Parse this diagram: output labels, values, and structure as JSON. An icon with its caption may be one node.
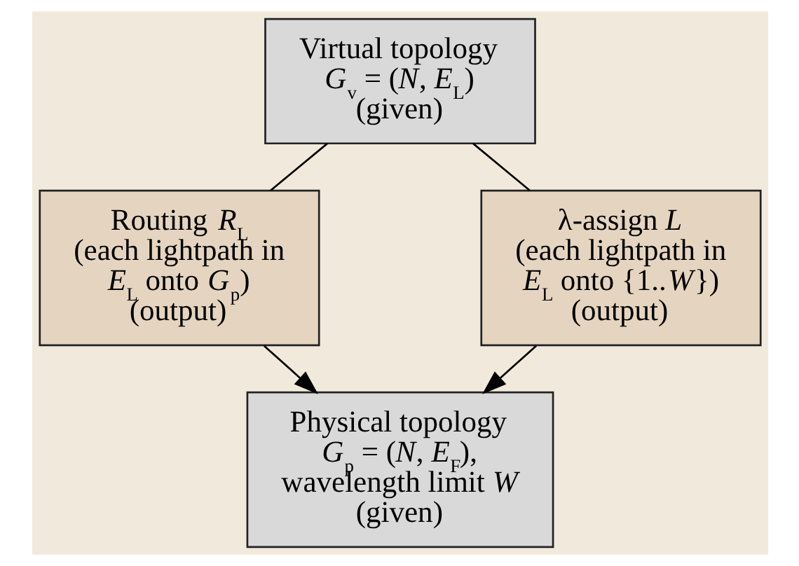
{
  "diagram": {
    "nodes": [
      {
        "text": [
          "Virtual topology",
          "*G*$_{v}$ = (*N*, *E*$_{L}$)",
          "(given)"
        ]
      },
      {
        "text": [
          "Routing *R*$_{L}$",
          "(each lightpath in *E*$_{L}$ onto *G*$_{p}$)",
          "(output)"
        ]
      },
      {
        "text": [
          "λ-assign *L*",
          "(each lightpath in *E*$_{L}$ onto {1..*W*})",
          "(output)"
        ]
      },
      {
        "text": [
          "Physical topology",
          "*G*$_{p}$ = (*N*, *E*$_{F}$),",
          "wavelength limit *W*",
          "(given)"
        ]
      }
    ],
    "edges": [
      {
        "from": 0,
        "to": 1,
        "arrow": "none"
      },
      {
        "from": 0,
        "to": 2,
        "arrow": "none"
      },
      {
        "from": 1,
        "to": 3,
        "arrow": "to"
      },
      {
        "from": 2,
        "to": 3,
        "arrow": "to"
      }
    ]
  }
}
